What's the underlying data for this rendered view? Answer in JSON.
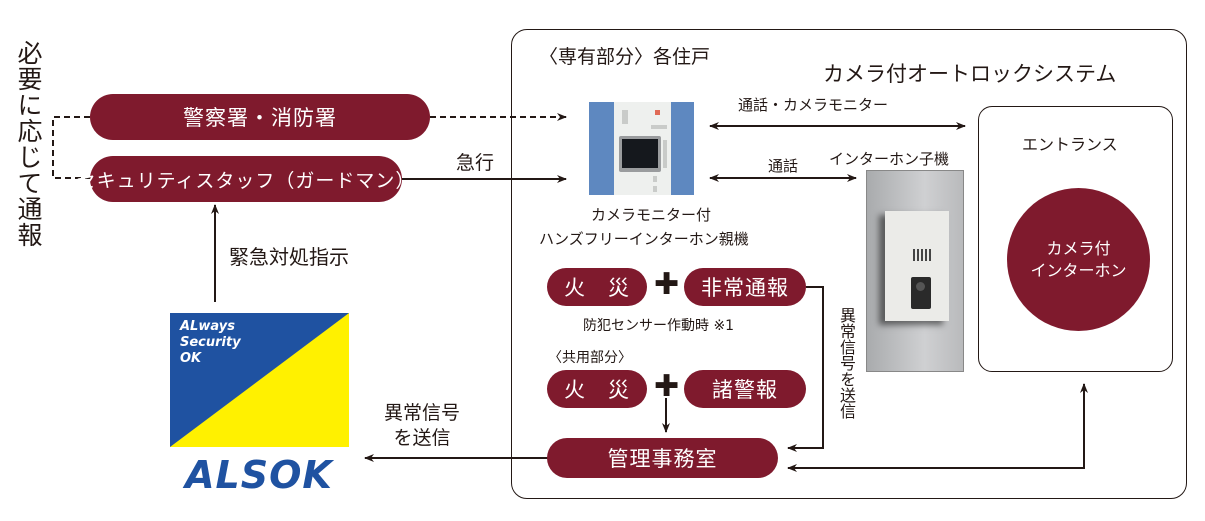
{
  "left": {
    "vertical_note": "必要に応じて通報",
    "police_fire": "警察署・消防署",
    "security_staff": "セキュリティスタッフ（ガードマン）",
    "rush_label": "急行",
    "emergency_instruction": "緊急対処指示",
    "alert_label_line1": "異常信号",
    "alert_label_line2": "を送信"
  },
  "logo": {
    "tagline_line1": "ALways",
    "tagline_line2": "Security",
    "tagline_line3": "OK",
    "brand": "ALSOK",
    "colors": {
      "blue": "#1f52a1",
      "yellow": "#fff100"
    }
  },
  "system": {
    "title": "カメラ付オートロックシステム",
    "private_area": "〈専有部分〉各住戸",
    "monitor_caption_line1": "カメラモニター付",
    "monitor_caption_line2": "ハンズフリーインターホン親機",
    "call_camera_label": "通話・カメラモニター",
    "call_label": "通話",
    "subunit_label": "インターホン子機",
    "entrance_label": "エントランス",
    "entrance_circle_line1": "カメラ付",
    "entrance_circle_line2": "インターホン",
    "fire1": "火　災",
    "emergency_call": "非常通報",
    "sensor_note": "防犯センサー作動時 ※1",
    "common_area": "〈共用部分〉",
    "fire2": "火　災",
    "alarms": "諸警報",
    "plus": "✚",
    "vertical_send": "異常信号を送信",
    "management_office": "管理事務室"
  },
  "colors": {
    "pill": "#7f1a2d",
    "line": "#231815"
  }
}
